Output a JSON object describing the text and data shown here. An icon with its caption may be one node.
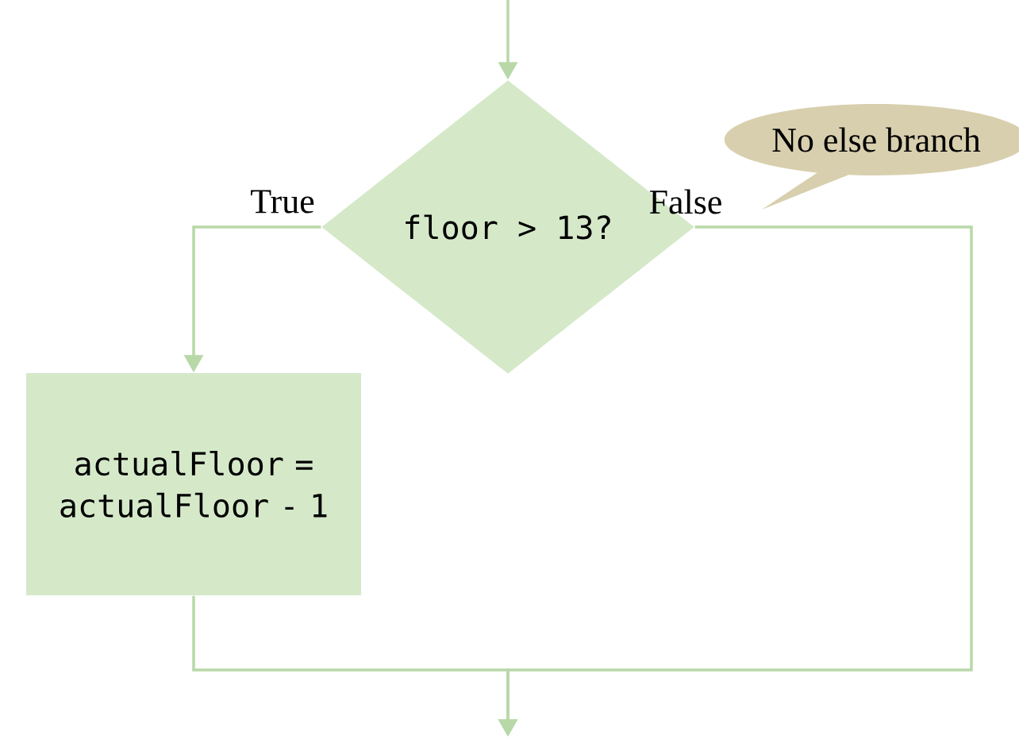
{
  "diagram": {
    "nodes": [
      {
        "text": [
          "floor > 13?"
        ]
      },
      {
        "text": [
          "actualFloor = actualFloor - 1"
        ]
      },
      {
        "text": [
          "No else branch"
        ]
      }
    ],
    "edges": [
      {
        "from": null,
        "to": 0,
        "arrow": "to"
      },
      {
        "from": 0,
        "to": 1,
        "arrow": "to",
        "label": "True"
      },
      {
        "from": 1,
        "to": null,
        "arrow": "to"
      },
      {
        "from": 0,
        "to": null,
        "arrow": "to",
        "label": "False"
      }
    ]
  }
}
